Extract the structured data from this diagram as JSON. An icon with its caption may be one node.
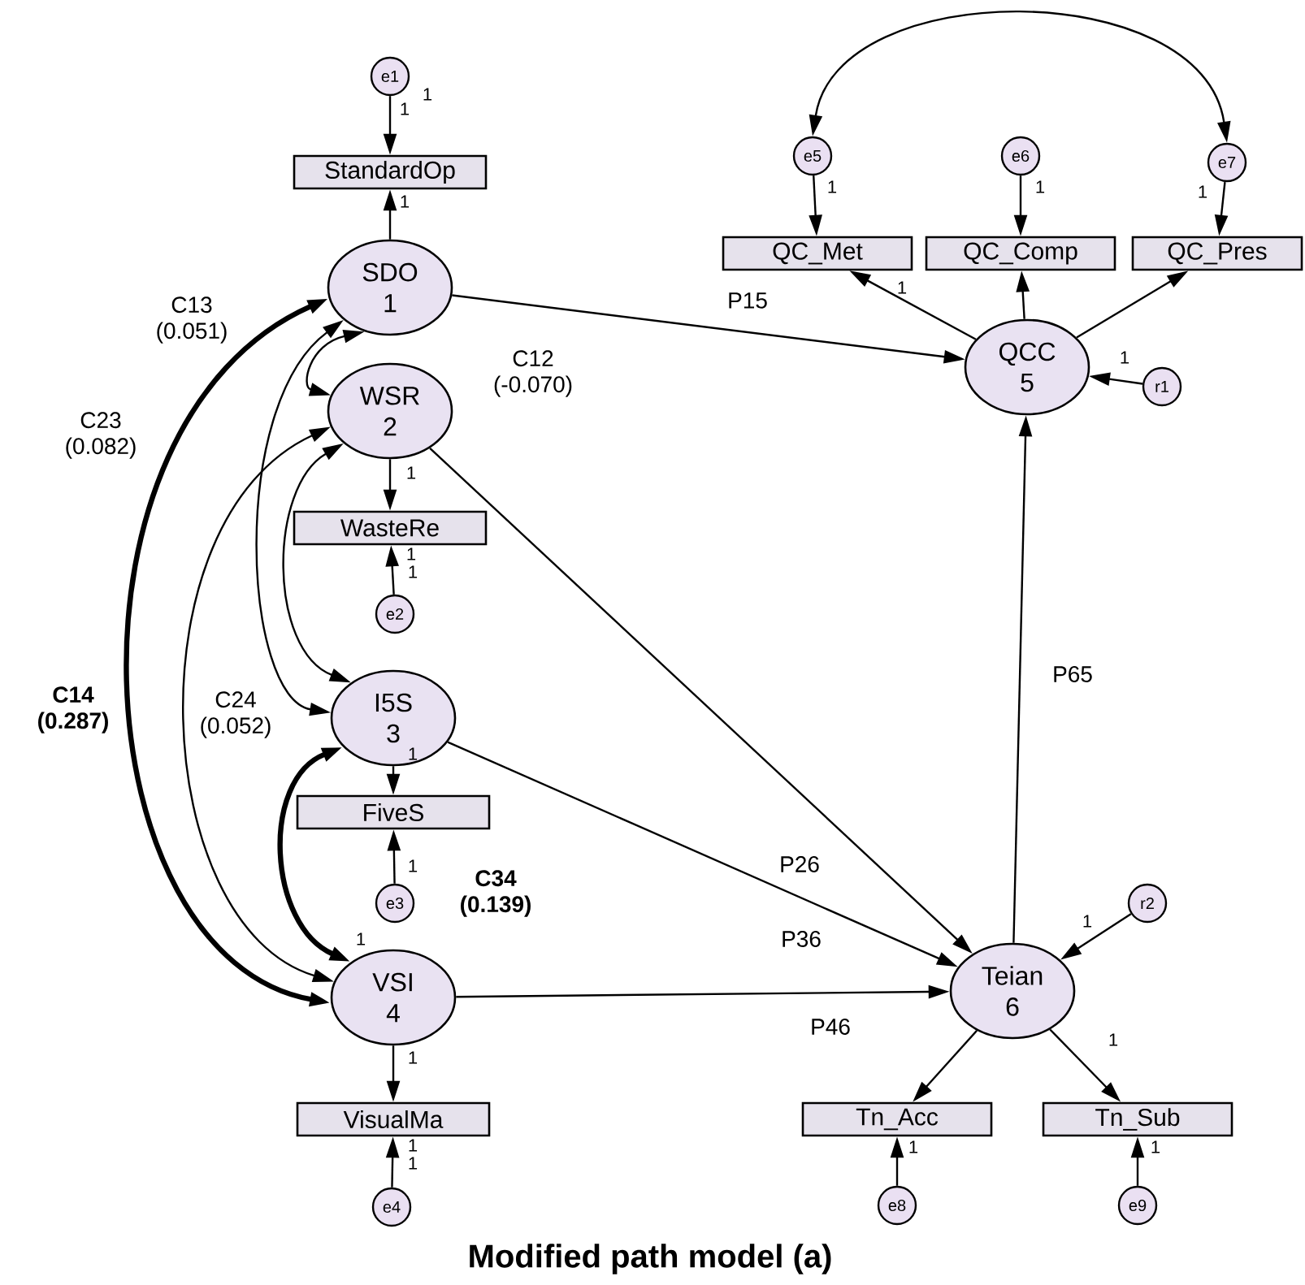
{
  "diagram": {
    "title": "Modified path model (a)",
    "nodes": [
      {
        "text": [
          "e1"
        ]
      },
      {
        "text": [
          "e5"
        ]
      },
      {
        "text": [
          "e6"
        ]
      },
      {
        "text": [
          "e7"
        ]
      },
      {
        "text": [
          "StandardOp"
        ]
      },
      {
        "text": [
          "QC_Met"
        ]
      },
      {
        "text": [
          "QC_Comp"
        ]
      },
      {
        "text": [
          "QC_Pres"
        ]
      },
      {
        "text": [
          "SDO",
          "1"
        ]
      },
      {
        "text": [
          "QCC",
          "5"
        ]
      },
      {
        "text": [
          "r1"
        ]
      },
      {
        "text": [
          "WSR",
          "2"
        ]
      },
      {
        "text": [
          "WasteRe"
        ]
      },
      {
        "text": [
          "e2"
        ]
      },
      {
        "text": [
          "I5S",
          "3"
        ]
      },
      {
        "text": [
          "FiveS"
        ]
      },
      {
        "text": [
          "e3"
        ]
      },
      {
        "text": [
          "r2"
        ]
      },
      {
        "text": [
          "VSI",
          "4"
        ]
      },
      {
        "text": [
          "Teian",
          "6"
        ]
      },
      {
        "text": [
          "VisualMa"
        ]
      },
      {
        "text": [
          "Tn_Acc"
        ]
      },
      {
        "text": [
          "Tn_Sub"
        ]
      },
      {
        "text": [
          "e4"
        ]
      },
      {
        "text": [
          "e8"
        ]
      },
      {
        "text": [
          "e9"
        ]
      }
    ],
    "edges": [
      {
        "from": 0,
        "to": 4,
        "arrow": "to",
        "label": "1"
      },
      {
        "from": 8,
        "to": 4,
        "arrow": "to",
        "label": "1"
      },
      {
        "from": 11,
        "to": 12,
        "arrow": "to",
        "label": "1"
      },
      {
        "from": 13,
        "to": 12,
        "arrow": "to",
        "label": "1"
      },
      {
        "from": 14,
        "to": 15,
        "arrow": "to",
        "label": "1"
      },
      {
        "from": 16,
        "to": 15,
        "arrow": "to",
        "label": "1"
      },
      {
        "from": 18,
        "to": 20,
        "arrow": "to",
        "label": "1"
      },
      {
        "from": 23,
        "to": 20,
        "arrow": "to",
        "label": "1"
      },
      {
        "from": 1,
        "to": 5,
        "arrow": "to",
        "label": "1"
      },
      {
        "from": 2,
        "to": 6,
        "arrow": "to",
        "label": "1"
      },
      {
        "from": 3,
        "to": 7,
        "arrow": "to",
        "label": "1"
      },
      {
        "from": 9,
        "to": 5,
        "arrow": "to",
        "label": "1"
      },
      {
        "from": 9,
        "to": 6,
        "arrow": "to"
      },
      {
        "from": 9,
        "to": 7,
        "arrow": "to"
      },
      {
        "from": 10,
        "to": 9,
        "arrow": "to",
        "label": "1"
      },
      {
        "from": 8,
        "to": 9,
        "arrow": "to",
        "label": "P15"
      },
      {
        "from": 19,
        "to": 9,
        "arrow": "to",
        "label": "P65"
      },
      {
        "from": 11,
        "to": 19,
        "arrow": "to",
        "label": "P26"
      },
      {
        "from": 14,
        "to": 19,
        "arrow": "to",
        "label": "P36"
      },
      {
        "from": 18,
        "to": 19,
        "arrow": "to",
        "label": "P46"
      },
      {
        "from": 17,
        "to": 19,
        "arrow": "to",
        "label": "1"
      },
      {
        "from": 19,
        "to": 21,
        "arrow": "to"
      },
      {
        "from": 19,
        "to": 22,
        "arrow": "to",
        "label": "1"
      },
      {
        "from": 24,
        "to": 21,
        "arrow": "to",
        "label": "1"
      },
      {
        "from": 25,
        "to": 22,
        "arrow": "to",
        "label": "1"
      },
      {
        "from": 1,
        "to": 3,
        "arrow": "both"
      },
      {
        "from": 8,
        "to": 11,
        "arrow": "both"
      },
      {
        "from": 8,
        "to": 14,
        "arrow": "both"
      },
      {
        "from": 8,
        "to": 18,
        "arrow": "both",
        "style": "thick"
      },
      {
        "from": 11,
        "to": 14,
        "arrow": "both"
      },
      {
        "from": 11,
        "to": 18,
        "arrow": "both"
      },
      {
        "from": 14,
        "to": 18,
        "arrow": "both",
        "style": "thick"
      }
    ],
    "labels": [
      "1",
      "C13 (0.051)",
      "C12 (-0.070)",
      "C23 (0.082)",
      "1",
      "C14 (0.287)",
      "C24 (0.052)",
      "C34 (0.139)",
      "1",
      "1"
    ]
  }
}
